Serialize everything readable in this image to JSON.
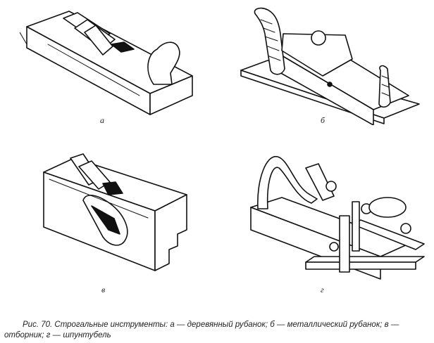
{
  "figure": {
    "labels": {
      "a": "а",
      "b": "б",
      "v": "в",
      "g": "г"
    },
    "caption": "Рис. 70. Строгальные инструменты: а — деревянный рубанок; б — металлический рубанок; в — отборник; г — шпунтубель"
  }
}
